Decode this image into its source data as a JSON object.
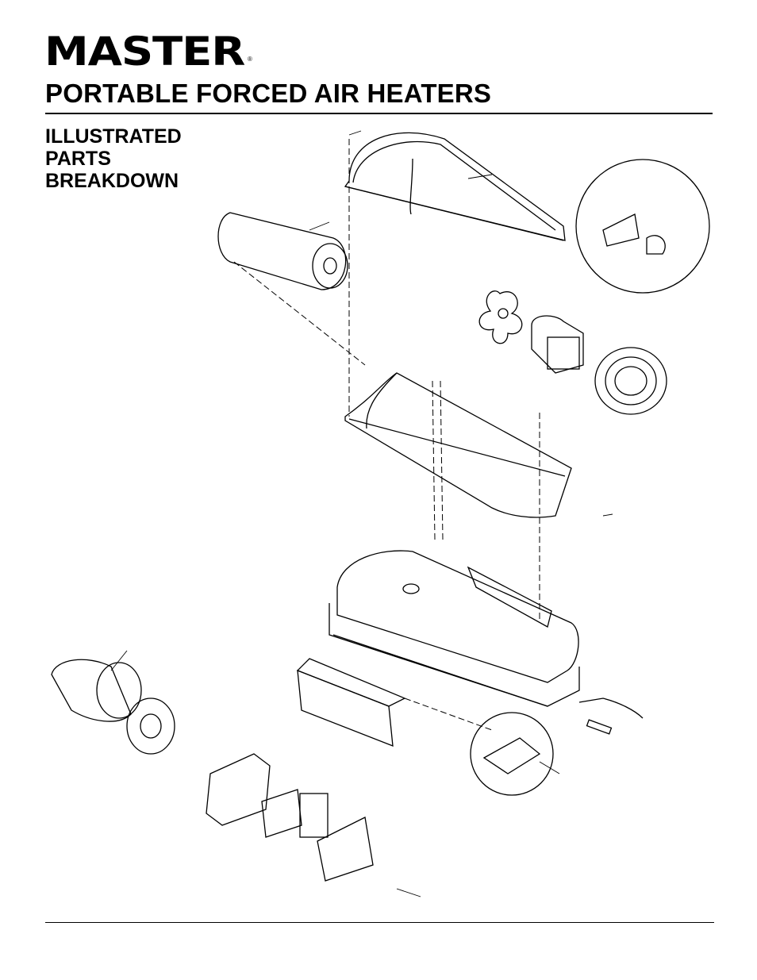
{
  "brand": {
    "logo_text": "MASTER",
    "registered_mark": "®"
  },
  "header": {
    "title": "PORTABLE FORCED AIR HEATERS"
  },
  "section": {
    "lines": [
      "ILLUSTRATED",
      "PARTS",
      "BREAKDOWN"
    ]
  }
}
